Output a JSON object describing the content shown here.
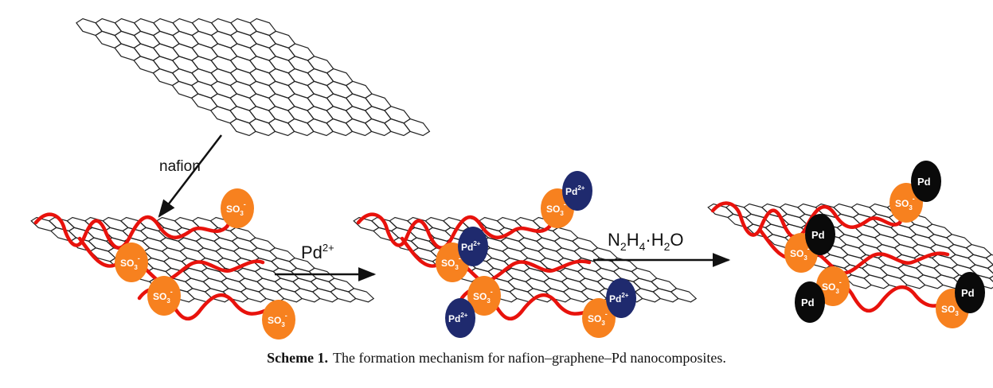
{
  "labels": {
    "nafion": "nafion",
    "pd_ion": "Pd",
    "pd_ion_charge": "2+",
    "reducer_n": "N",
    "reducer_n_sub": "2",
    "reducer_h": "H",
    "reducer_h_sub": "4",
    "reducer_dot": "·",
    "reducer_water": "H",
    "reducer_water_sub": "2",
    "reducer_o": "O"
  },
  "blobs": {
    "sulfonate": "SO",
    "sulfonate_sub": "3",
    "sulfonate_charge": "-",
    "pd_ion": "Pd",
    "pd_ion_charge": "2+",
    "pd_metal": "Pd"
  },
  "colors": {
    "sulfonate": "#f7811f",
    "pd_ion": "#1f2a6e",
    "pd_metal": "#0a0a0a",
    "polymer": "#e8120c",
    "lattice": "#222222"
  },
  "caption": {
    "label": "Scheme 1.",
    "text": "The formation mechanism for nafion–graphene–Pd nanocomposites."
  }
}
